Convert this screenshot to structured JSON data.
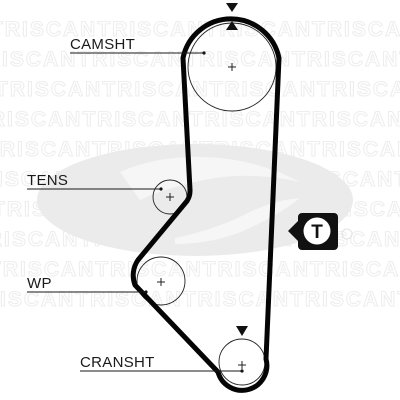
{
  "diagram": {
    "pulleys": [
      {
        "id": "camshaft",
        "label": "CAMSHT"
      },
      {
        "id": "tensioner",
        "label": "TENS"
      },
      {
        "id": "water_pump",
        "label": "WP"
      },
      {
        "id": "crankshaft",
        "label": "CRANSHT"
      }
    ],
    "badge": {
      "letter": "T"
    },
    "watermark": {
      "text": "TRISCANTRISCANTRISCANTRISCANTRISCANTRISCAN"
    },
    "colors": {
      "belt": "#050505",
      "watermark_logo": "#e9e9e9",
      "watermark_text": "#eeeeee",
      "label_text": "#1a1a1a"
    }
  }
}
